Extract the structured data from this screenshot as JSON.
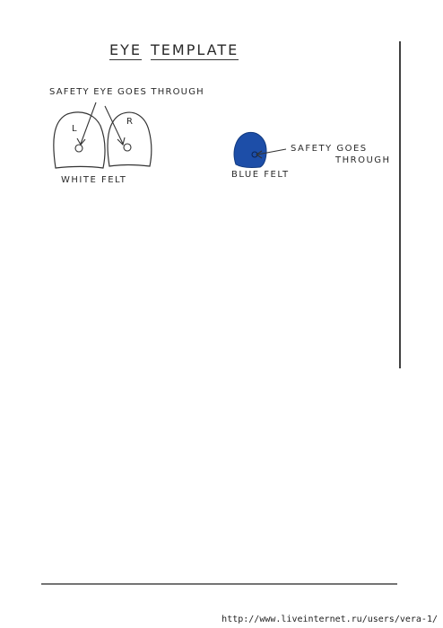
{
  "title": {
    "word1": "EYE",
    "word2": "TEMPLATE"
  },
  "notes": {
    "top": "SAFETY EYE GOES THROUGH",
    "right_line1": "SAFETY GOES",
    "right_line2": "THROUGH"
  },
  "eyes": {
    "left_letter": "L",
    "right_letter": "R"
  },
  "labels": {
    "white": "WHITE FELT",
    "blue": "BLUE FELT"
  },
  "footer": {
    "url": "http://www.liveinternet.ru/users/vera-1/"
  },
  "colors": {
    "blue_felt": "#1d4ea8",
    "ink": "#2a2a2a"
  }
}
